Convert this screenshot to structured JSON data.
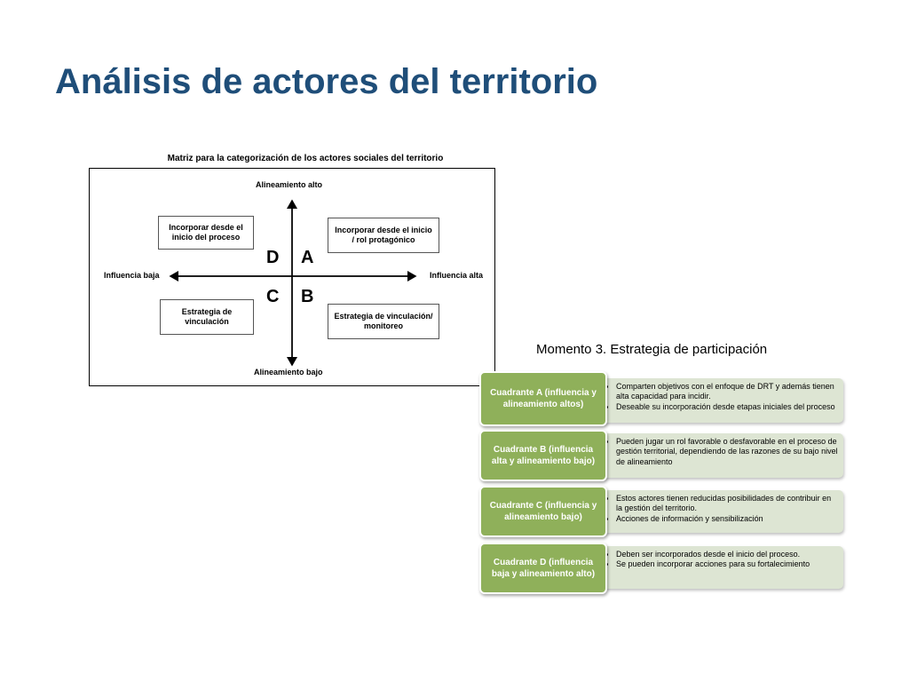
{
  "slide": {
    "title": "Análisis de actores del territorio"
  },
  "matrix": {
    "title": "Matriz para la categorización de los actores sociales del territorio",
    "axis_top": "Alineamiento alto",
    "axis_bottom": "Alineamiento bajo",
    "axis_left": "Influencia baja",
    "axis_right": "Influencia alta",
    "box_top_left": "Incorporar desde el inicio del proceso",
    "box_top_right": "Incorporar desde el inicio / rol protagónico",
    "box_bottom_left": "Estrategia de vinculación",
    "box_bottom_right": "Estrategia de vinculación/ monitoreo",
    "letters": {
      "d": "D",
      "a": "A",
      "c": "C",
      "b": "B"
    }
  },
  "strategy": {
    "title": "Momento 3. Estrategia de participación",
    "quadrants": [
      {
        "label": "Cuadrante A (influencia y alineamiento altos)",
        "bullets": [
          "Comparten objetivos con el enfoque de DRT y además tienen alta capacidad para incidir.",
          "Deseable su incorporación desde etapas iniciales del proceso"
        ]
      },
      {
        "label": "Cuadrante B (influencia alta y alineamiento bajo)",
        "bullets": [
          "Pueden jugar un rol favorable o  desfavorable en el proceso de gestión territorial, dependiendo de las razones de su bajo nivel de alineamiento"
        ]
      },
      {
        "label": "Cuadrante C (influencia y alineamiento bajo)",
        "bullets": [
          "Estos actores tienen reducidas posibilidades de contribuir en la gestión del territorio.",
          "Acciones de información y sensibilización"
        ]
      },
      {
        "label": "Cuadrante D (influencia baja y alineamiento alto)",
        "bullets": [
          "Deben ser incorporados desde el inicio del proceso.",
          "Se pueden incorporar acciones para su fortalecimiento"
        ]
      }
    ]
  },
  "colors": {
    "title": "#1f4e79",
    "quadrant_label": "#8fb05a",
    "quadrant_desc": "#dde5d3"
  }
}
